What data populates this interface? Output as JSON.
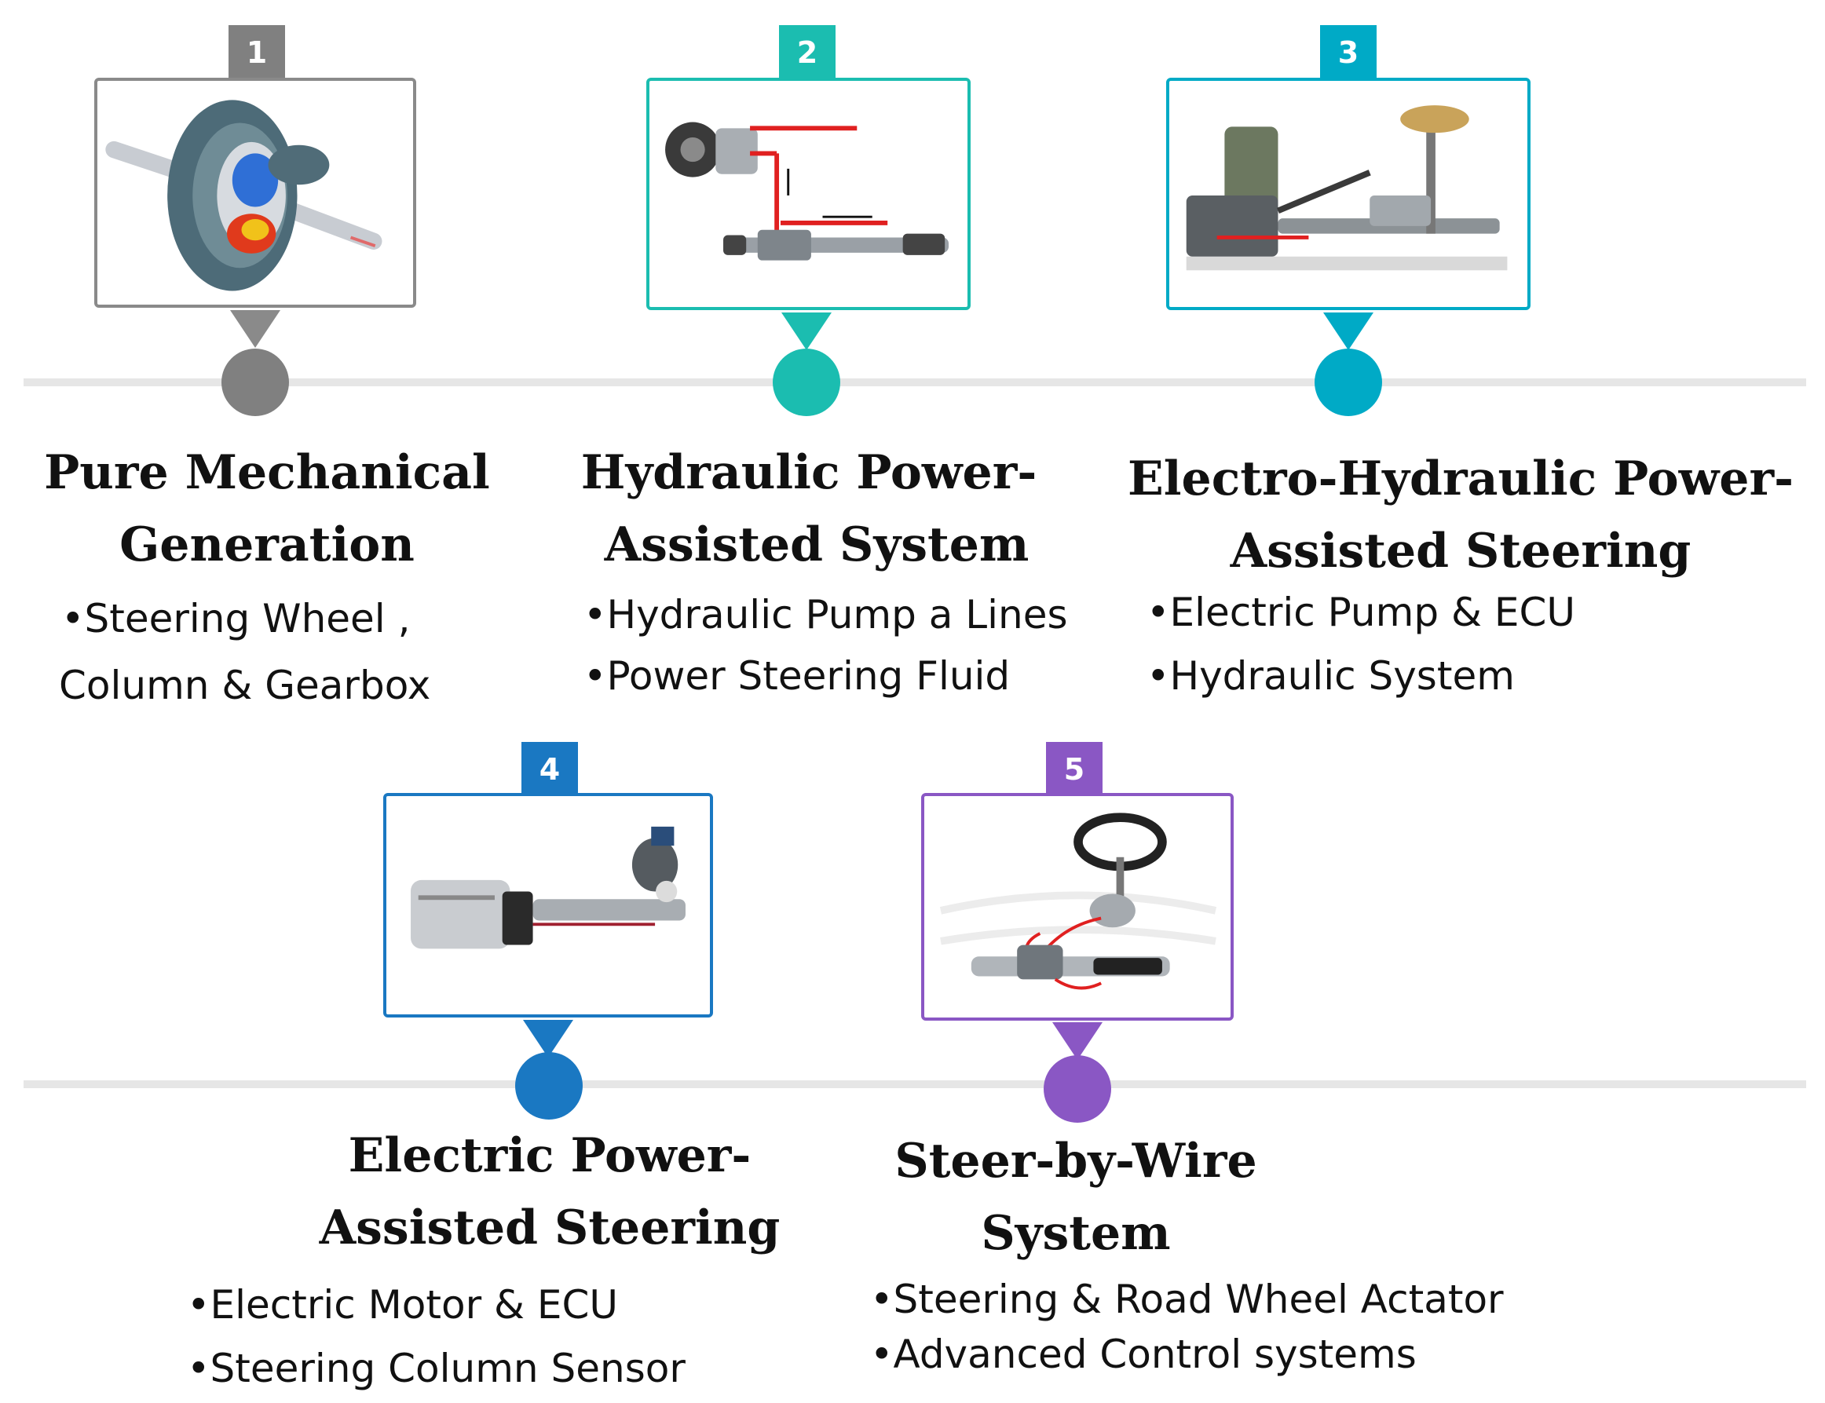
{
  "stages": [
    {
      "number": "1",
      "color": "#808080",
      "title_line1": "Pure Mechanical",
      "title_line2": "Generation",
      "bullet1": "•Steering Wheel ,",
      "bullet2": "Column & Gearbox",
      "image_icon": "differential-gear-icon"
    },
    {
      "number": "2",
      "color": "#1bbdb0",
      "title_line1": "Hydraulic Power-",
      "title_line2": "Assisted System",
      "bullet1": "•Hydraulic Pump a Lines",
      "bullet2": "•Power Steering Fluid",
      "image_icon": "hydraulic-pump-rack-icon"
    },
    {
      "number": "3",
      "color": "#00aac6",
      "title_line1": "Electro-Hydraulic Power-",
      "title_line2": "Assisted Steering",
      "bullet1": "•Electric Pump & ECU",
      "bullet2": "•Hydraulic System",
      "image_icon": "electro-hydraulic-rig-icon"
    },
    {
      "number": "4",
      "color": "#1a78c2",
      "title_line1": "Electric Power-",
      "title_line2": "Assisted Steering",
      "bullet1": "•Electric Motor & ECU",
      "bullet2": "•Steering Column Sensor",
      "image_icon": "electric-steering-rack-icon"
    },
    {
      "number": "5",
      "color": "#8a57c4",
      "title_line1": "Steer-by-Wire",
      "title_line2": "System",
      "bullet1": "•Steering & Road Wheel  Actator",
      "bullet2": "•Advanced Control systems",
      "image_icon": "steer-by-wire-icon"
    }
  ]
}
